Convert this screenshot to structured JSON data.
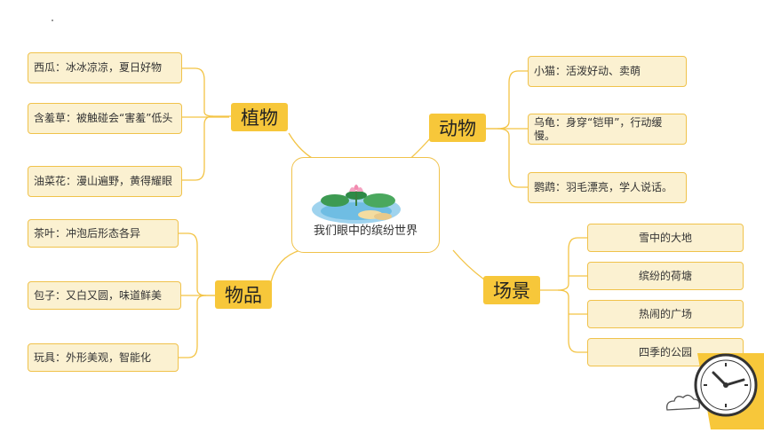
{
  "root": {
    "title": "我们眼中的缤纷世界",
    "icon": "lotus-pond-illustration-icon"
  },
  "branches": {
    "plants": {
      "label": "植物",
      "leaves": [
        "西瓜：冰冰凉凉，夏日好物",
        "含羞草：被触碰会“害羞”低头",
        "油菜花：漫山遍野，黄得耀眼"
      ]
    },
    "animals": {
      "label": "动物",
      "leaves": [
        "小猫：活泼好动、卖萌",
        "乌龟：身穿“铠甲”，行动缓慢。",
        "鹦鹉：羽毛漂亮，学人说话。"
      ]
    },
    "objects": {
      "label": "物品",
      "leaves": [
        "茶叶：冲泡后形态各异",
        "包子：又白又圆，味道鲜美",
        "玩具：外形美观，智能化"
      ]
    },
    "scenes": {
      "label": "场景",
      "leaves": [
        "雪中的大地",
        "缤纷的荷塘",
        "热闹的广场",
        "四季的公园"
      ]
    }
  },
  "colors": {
    "accent": "#f7c73a",
    "leaf_bg": "#fbf1d1",
    "leaf_border": "#f0c24b",
    "connector": "#f3c445"
  },
  "decor": {
    "clock": "clock-icon"
  }
}
